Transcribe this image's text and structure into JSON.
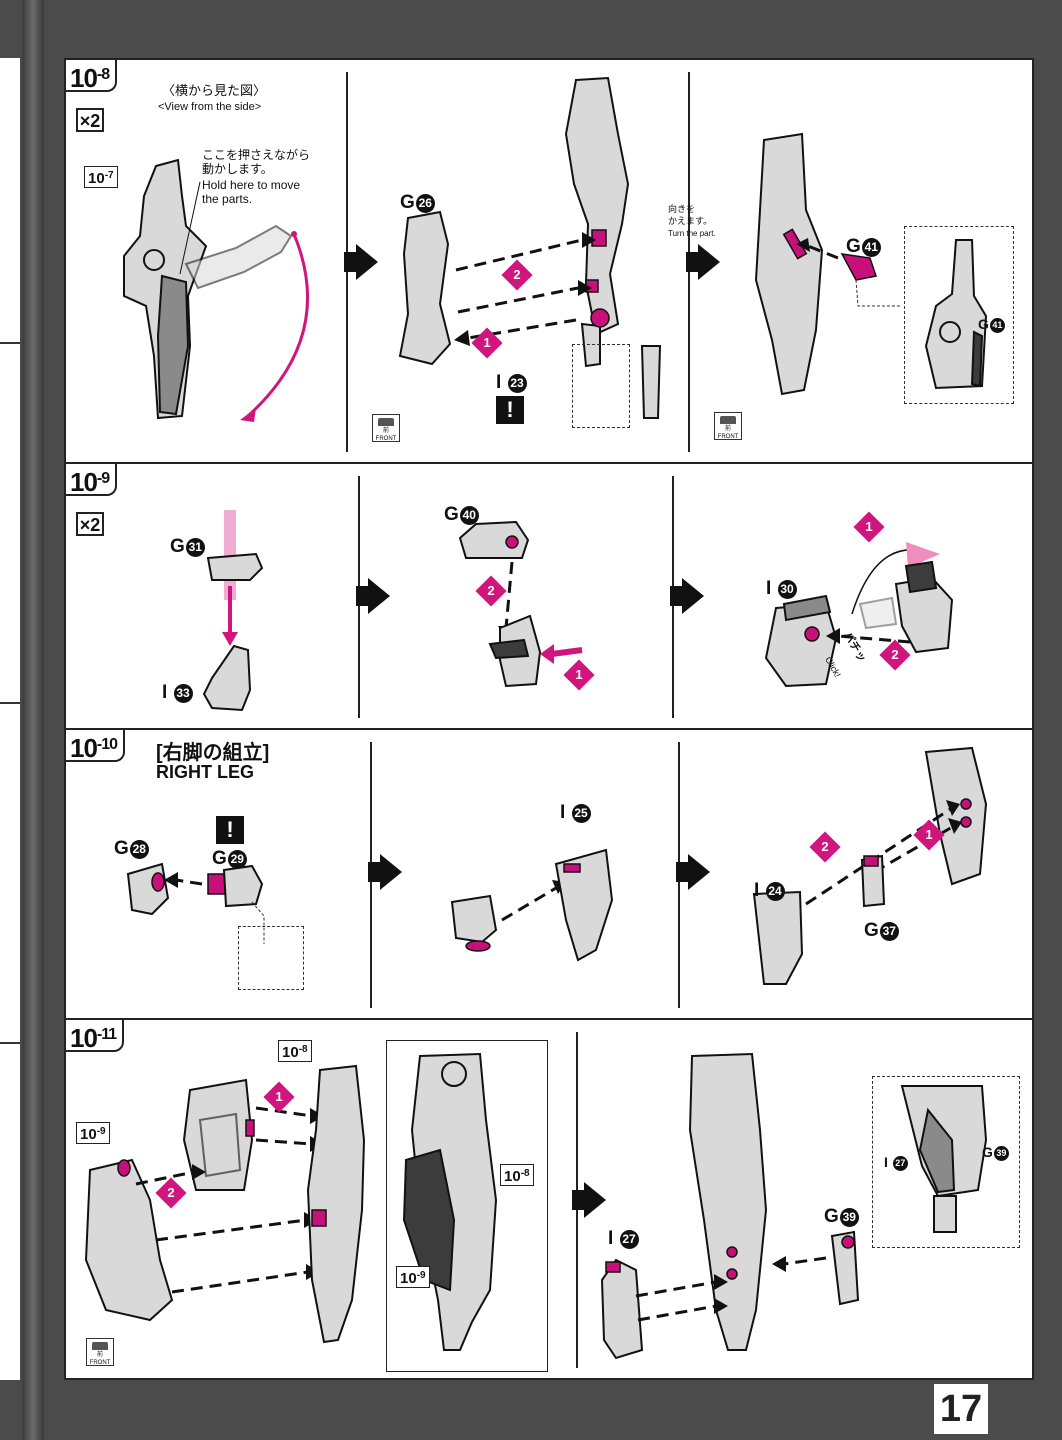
{
  "page_number": "17",
  "steps": {
    "s10_8": {
      "step": "10",
      "sub": "-8",
      "multiplier": "×2",
      "view_jp": "〈横から見た図〉",
      "view_en": "<View from the side>",
      "ref": "10",
      "ref_sub": "-7",
      "hold_jp1": "ここを押さえながら",
      "hold_jp2": "動かします。",
      "hold_en1": "Hold here to move",
      "hold_en2": "the parts.",
      "part_a": "G",
      "part_a_num": "26",
      "part_b": "I",
      "part_b_num": "23",
      "turn_jp1": "向きを",
      "turn_jp2": "かえます。",
      "turn_en": "Turn the part.",
      "part_c": "G",
      "part_c_num": "41",
      "part_c2": "G",
      "part_c2_num": "41",
      "front_jp": "前",
      "front_en": "FRONT",
      "warn": "!",
      "n1": "1",
      "n2": "2"
    },
    "s10_9": {
      "step": "10",
      "sub": "-9",
      "multiplier": "×2",
      "part_a": "G",
      "part_a_num": "31",
      "part_b": "I",
      "part_b_num": "33",
      "part_c": "G",
      "part_c_num": "40",
      "part_d": "I",
      "part_d_num": "30",
      "click_jp": "パチッ",
      "click_en": "Click!",
      "n1": "1",
      "n2": "2"
    },
    "s10_10": {
      "step": "10",
      "sub": "-10",
      "title_jp": "[右脚の組立]",
      "title_en": "RIGHT LEG",
      "part_a": "G",
      "part_a_num": "28",
      "part_b": "G",
      "part_b_num": "29",
      "part_c": "I",
      "part_c_num": "25",
      "part_d": "I",
      "part_d_num": "24",
      "part_e": "G",
      "part_e_num": "37",
      "warn": "!",
      "n1": "1",
      "n2": "2"
    },
    "s10_11": {
      "step": "10",
      "sub": "-11",
      "ref_a": "10",
      "ref_a_sub": "-9",
      "ref_b": "10",
      "ref_b_sub": "-8",
      "ref_c": "10",
      "ref_c_sub": "-8",
      "ref_d": "10",
      "ref_d_sub": "-9",
      "part_a": "I",
      "part_a_num": "27",
      "part_b": "G",
      "part_b_num": "39",
      "part_c": "I",
      "part_c_num": "27",
      "part_d": "G",
      "part_d_num": "39",
      "front_jp": "前",
      "front_en": "FRONT",
      "n1": "1",
      "n2": "2"
    }
  },
  "colors": {
    "accent": "#d1157e",
    "border": "#222222",
    "page_bg": "#4b4b4b"
  }
}
